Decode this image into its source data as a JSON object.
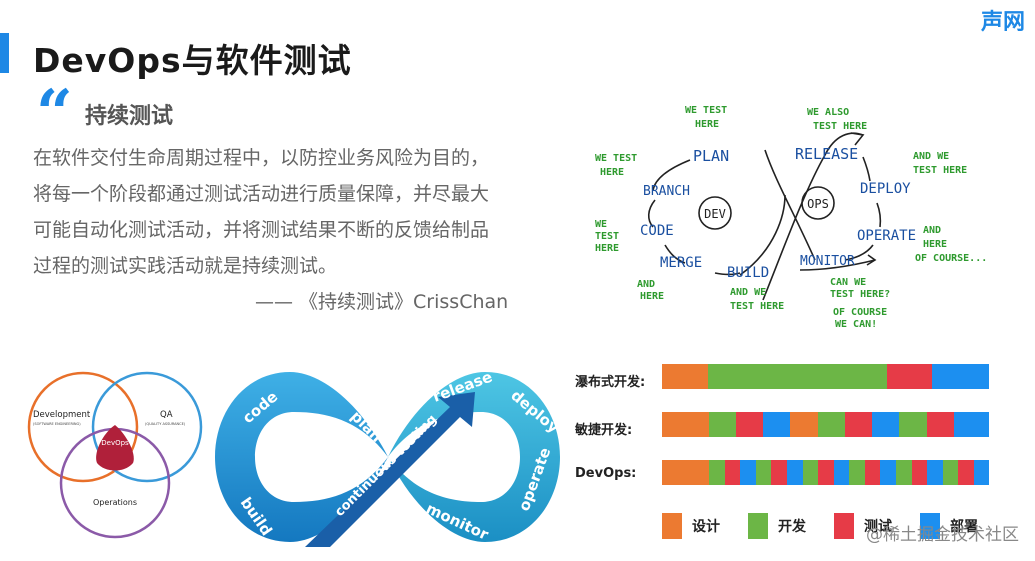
{
  "brand": "声网",
  "title": "DevOps与软件测试",
  "quote": {
    "heading": "持续测试",
    "lines": [
      "在软件交付生命周期过程中，以防控业务风险为目的，",
      "将每一个阶段都通过测试活动进行质量保障，并尽最大",
      "可能自动化测试活动，并将测试结果不断的反馈给制品",
      "过程的测试实践活动就是持续测试。"
    ],
    "attribution": "—— 《持续测试》CrissChan"
  },
  "sketch": {
    "dev_label": "DEV",
    "ops_label": "OPS",
    "stages": [
      "PLAN",
      "BRANCH",
      "CODE",
      "MERGE",
      "BUILD",
      "RELEASE",
      "DEPLOY",
      "OPERATE",
      "MONITOR"
    ],
    "notes": {
      "plan": [
        "WE TEST",
        "HERE"
      ],
      "branch": [
        "WE TEST",
        "HERE"
      ],
      "code": [
        "WE",
        "TEST",
        "HERE"
      ],
      "merge": [
        "AND",
        "HERE"
      ],
      "build": [
        "AND WE",
        "TEST HERE"
      ],
      "release": [
        "WE ALSO",
        "TEST HERE"
      ],
      "deploy": [
        "AND WE",
        "TEST HERE"
      ],
      "operate": [
        "AND",
        "HERE",
        "OF COURSE..."
      ],
      "monitor": [
        "CAN WE",
        "TEST HERE?",
        "OF COURSE",
        "WE CAN!"
      ]
    }
  },
  "venn": {
    "dev": {
      "title": "Development",
      "sub": "(SOFTWARE ENGINEERING)"
    },
    "qa": {
      "title": "QA",
      "sub": "(QUALITY ASSURANCE)"
    },
    "ops": {
      "title": "Operations"
    },
    "center": "DevOps",
    "colors": {
      "dev": "#e8702a",
      "qa": "#3a9ad9",
      "ops": "#8b5aa8",
      "center": "#b0203a"
    }
  },
  "infinity": {
    "code": "code",
    "build": "build",
    "plan": "plan",
    "center": "continuous testing",
    "release": "release",
    "deploy": "deploy",
    "operate": "operate",
    "monitor": "monitor"
  },
  "compare": {
    "colors": {
      "design": "#ec7a31",
      "dev": "#6cb646",
      "test": "#e63b47",
      "deploy": "#1c8ff0"
    },
    "rows": [
      {
        "label": "瀑布式开发:",
        "segments": [
          [
            "design",
            0.142
          ],
          [
            "dev",
            0.547
          ],
          [
            "test",
            0.137
          ],
          [
            "deploy",
            0.174
          ]
        ]
      },
      {
        "label": "敏捷开发:",
        "segments": [
          [
            "design",
            0.145
          ],
          [
            "dev",
            0.085
          ],
          [
            "test",
            0.085
          ],
          [
            "deploy",
            0.085
          ],
          [
            "design",
            0.085
          ],
          [
            "dev",
            0.085
          ],
          [
            "test",
            0.085
          ],
          [
            "deploy",
            0.085
          ],
          [
            "dev",
            0.085
          ],
          [
            "test",
            0.085
          ],
          [
            "deploy",
            0.11
          ]
        ]
      },
      {
        "label": "DevOps:",
        "segments": [
          [
            "design",
            0.145
          ],
          [
            "dev",
            0.048
          ],
          [
            "test",
            0.048
          ],
          [
            "deploy",
            0.048
          ],
          [
            "dev",
            0.048
          ],
          [
            "test",
            0.048
          ],
          [
            "deploy",
            0.048
          ],
          [
            "dev",
            0.048
          ],
          [
            "test",
            0.048
          ],
          [
            "deploy",
            0.048
          ],
          [
            "dev",
            0.048
          ],
          [
            "test",
            0.048
          ],
          [
            "deploy",
            0.048
          ],
          [
            "dev",
            0.048
          ],
          [
            "test",
            0.048
          ],
          [
            "deploy",
            0.048
          ],
          [
            "dev",
            0.048
          ],
          [
            "test",
            0.048
          ],
          [
            "deploy",
            0.047
          ]
        ]
      }
    ],
    "legend": [
      {
        "key": "design",
        "label": "设计"
      },
      {
        "key": "dev",
        "label": "开发"
      },
      {
        "key": "test",
        "label": "测试"
      },
      {
        "key": "deploy",
        "label": "部署"
      }
    ]
  },
  "watermark": "@稀土掘金技术社区"
}
